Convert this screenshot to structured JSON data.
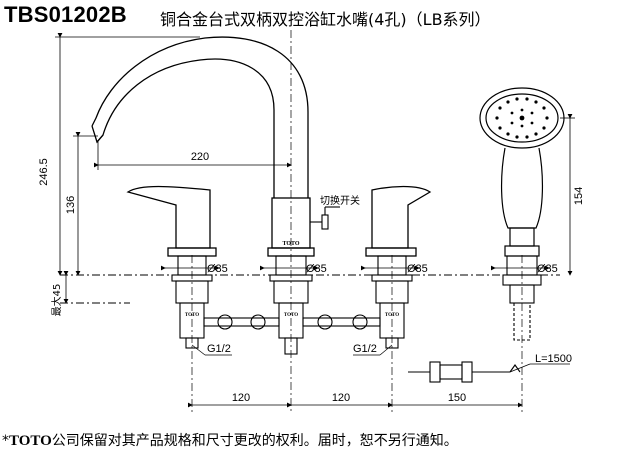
{
  "header": {
    "model": "TBS01202B",
    "description": "铜合金台式双柄双控浴缸水嘴(4孔)（LB系列）"
  },
  "dimensions": {
    "height_total": "246.5",
    "height_handle": "136",
    "spout_reach": "220",
    "shower_height": "154",
    "max_deck": "最大45",
    "hole_diameter": "Ø35",
    "thread_left": "G1/2",
    "thread_right": "G1/2",
    "hose_length": "L=1500",
    "spacing_1": "120",
    "spacing_2": "120",
    "spacing_3": "150"
  },
  "labels": {
    "switch": "切换开关",
    "logo": "TOTO"
  },
  "footer": {
    "asterisk": "*",
    "brand": "TOTO",
    "text": "公司保留对其产品规格和尺寸更改的权利。届时，恕不另行通知。"
  }
}
